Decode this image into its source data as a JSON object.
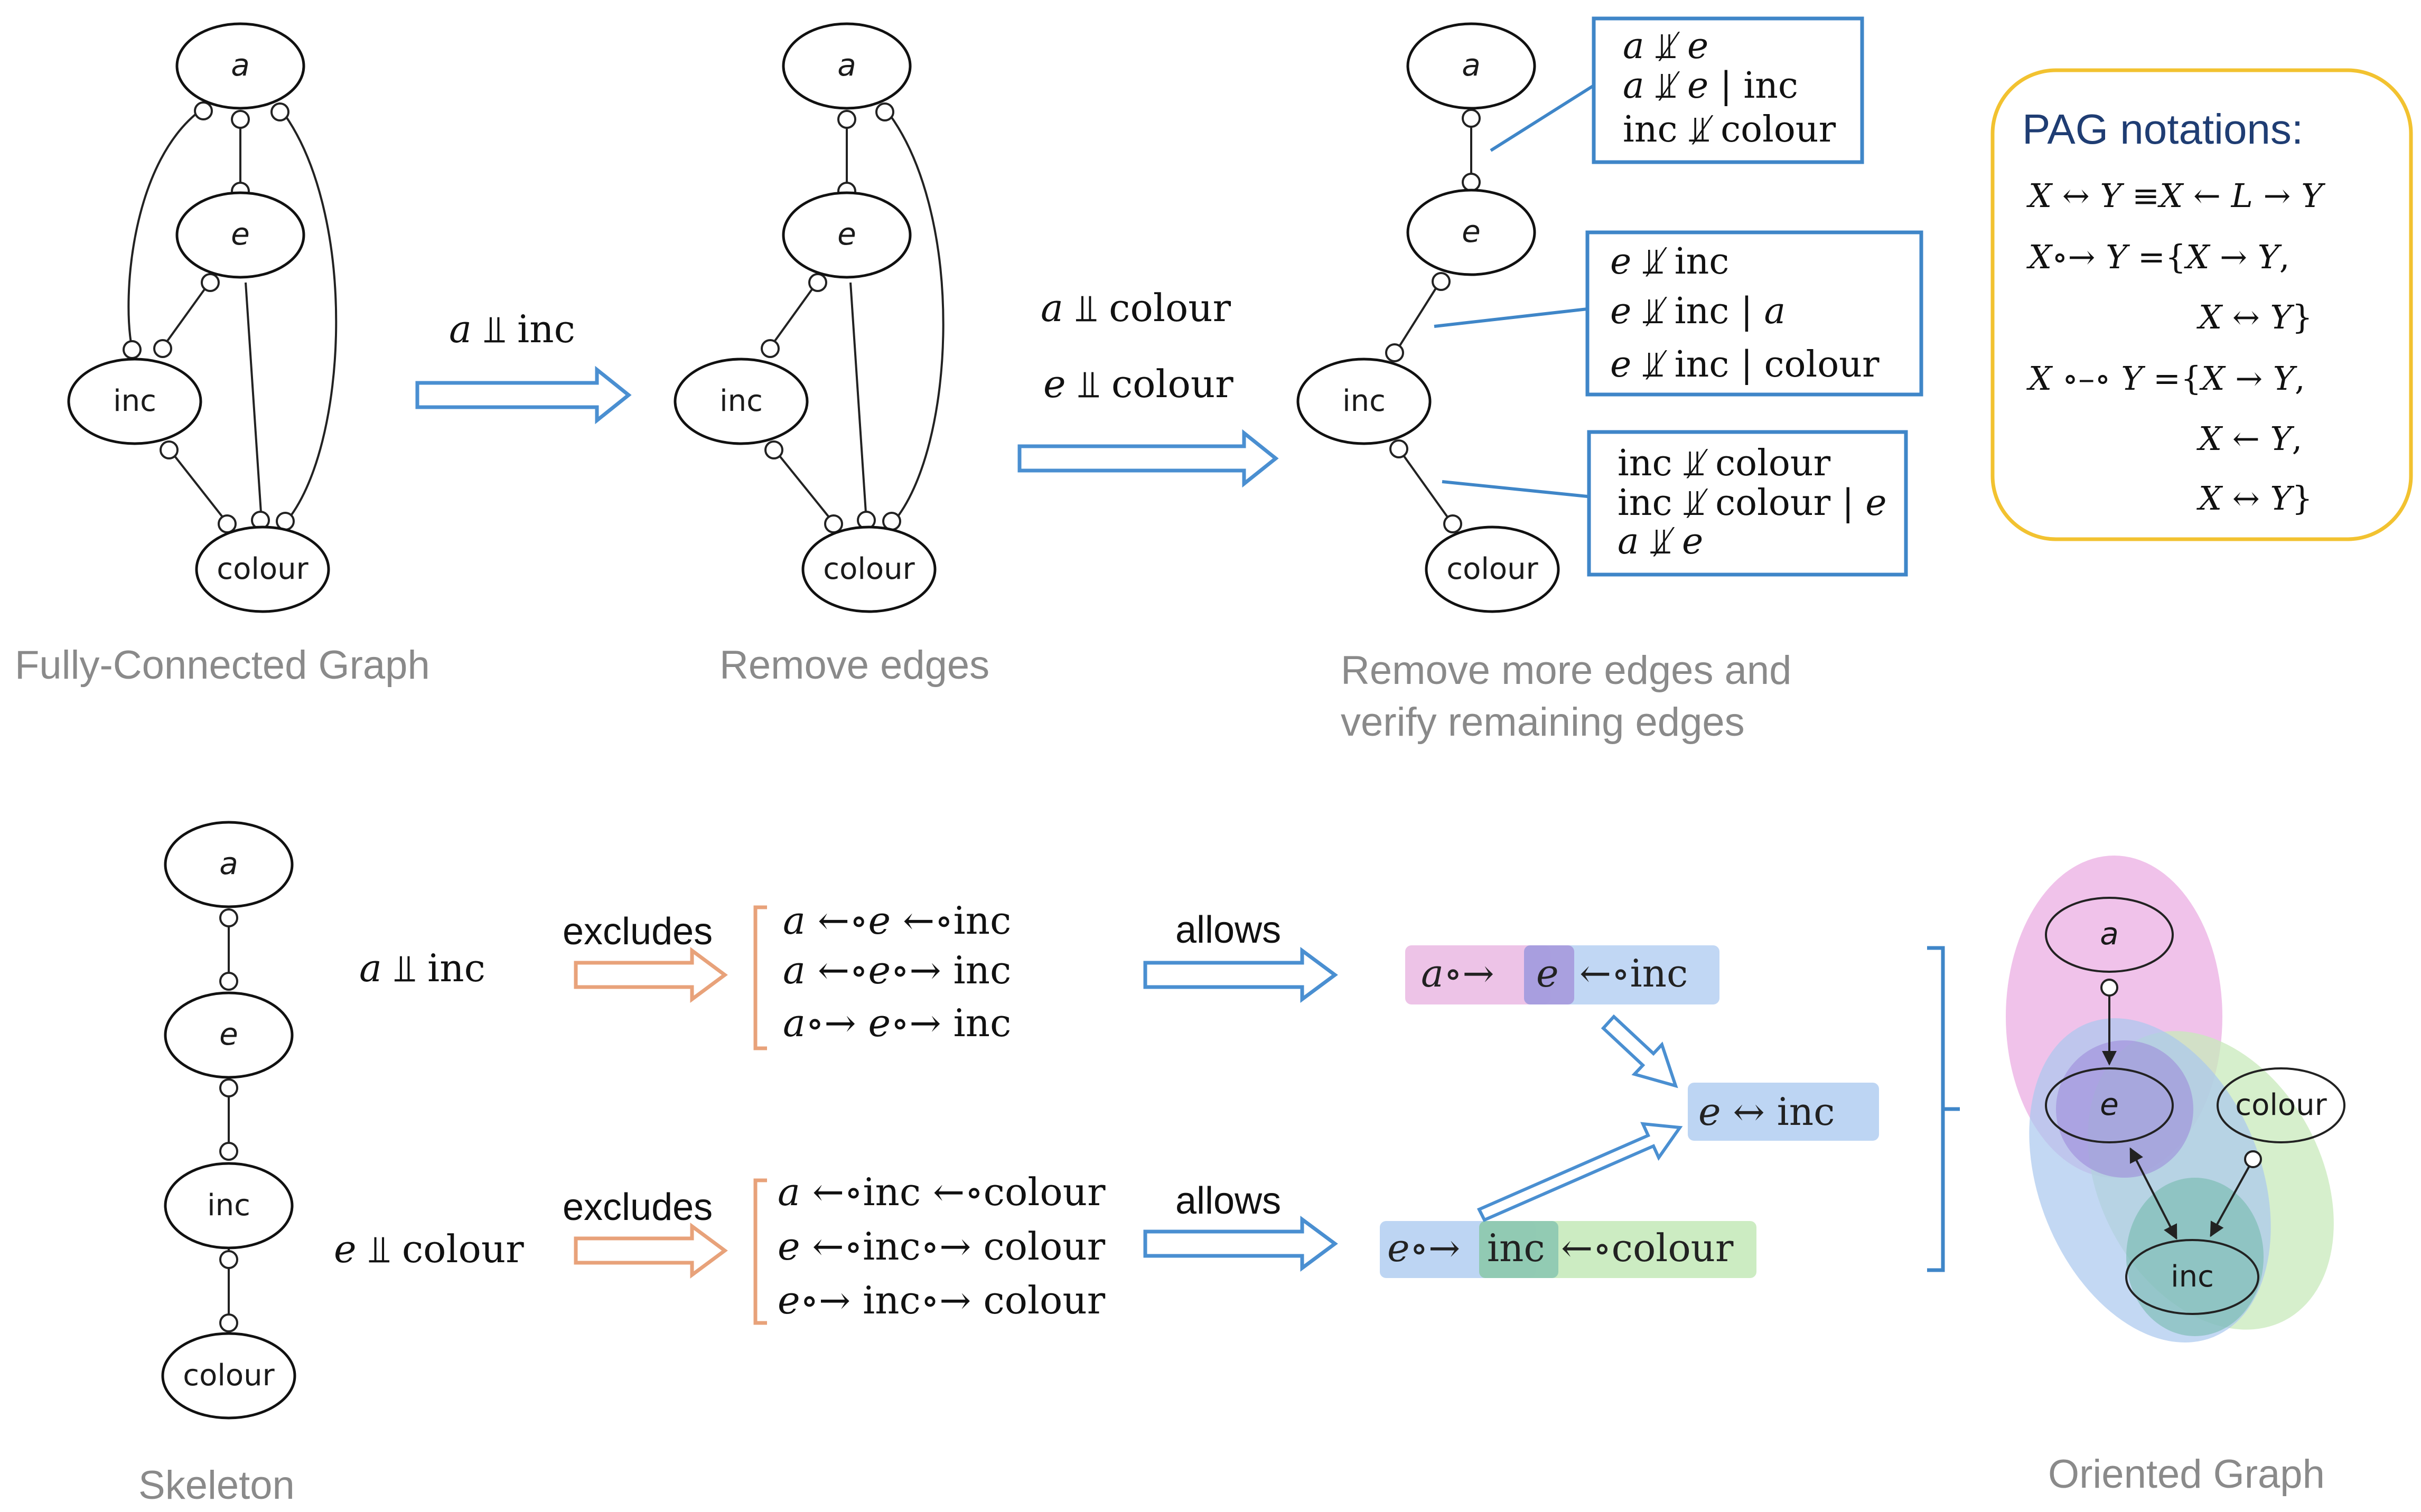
{
  "captions": {
    "fully_connected": "Fully-Connected Graph",
    "remove_edges": "Remove edges",
    "remove_more_1": "Remove more edges and",
    "remove_more_2": "verify remaining edges",
    "skeleton": "Skeleton",
    "oriented": "Oriented Graph"
  },
  "nodes": {
    "a": "a",
    "e": "e",
    "inc": "inc",
    "colour": "colour"
  },
  "step1": {
    "test": "a ⫫ inc"
  },
  "step2": {
    "test1": "a ⫫ colour",
    "test2": "e ⫫ colour"
  },
  "boxes": {
    "box1": [
      "a ⫫̸ e",
      "a ⫫̸ e | inc",
      "inc ⫫̸ colour"
    ],
    "box2": [
      "e ⫫̸ inc",
      "e ⫫̸ inc | a",
      "e ⫫̸ inc | colour"
    ],
    "box3": [
      "inc ⫫̸ colour",
      "inc ⫫̸ colour | e",
      "a ⫫̸ e"
    ]
  },
  "pag": {
    "title": "PAG notations:",
    "lines": [
      "X ↔ Y ≡X ← L → Y",
      "X∘→ Y ={X → Y,",
      "X ↔ Y}",
      "X ∘–∘ Y ={X → Y,",
      "X ← Y,",
      "X ↔ Y}"
    ]
  },
  "bottom": {
    "test1": "a ⫫ inc",
    "test2": "e ⫫ colour",
    "excludes": "excludes",
    "allows": "allows",
    "excl1": [
      "a  ←∘e  ←∘inc",
      "a  ←∘e∘→  inc",
      "a∘→  e∘→  inc"
    ],
    "excl2": [
      "a ←∘inc ←∘colour",
      "e ←∘inc∘→ colour",
      "e∘→ inc∘→ colour"
    ],
    "allow1": {
      "p1": "a∘→",
      "p2": "e",
      "p3": "←∘inc"
    },
    "allow2": {
      "p1": "e∘→",
      "p2": "inc",
      "p3": "←∘colour"
    },
    "result": "e ↔ inc"
  },
  "colors": {
    "blue_arrow": "#4a8fd1",
    "orange_arrow": "#e8a27a",
    "box_border": "#3f86c8",
    "pag_border": "#f2c230",
    "pink": "#e9a6dc",
    "purple": "#9b7fd6",
    "light_blue": "#a9c8ee",
    "light_green": "#bfe6b0",
    "teal": "#6fb8a8"
  }
}
